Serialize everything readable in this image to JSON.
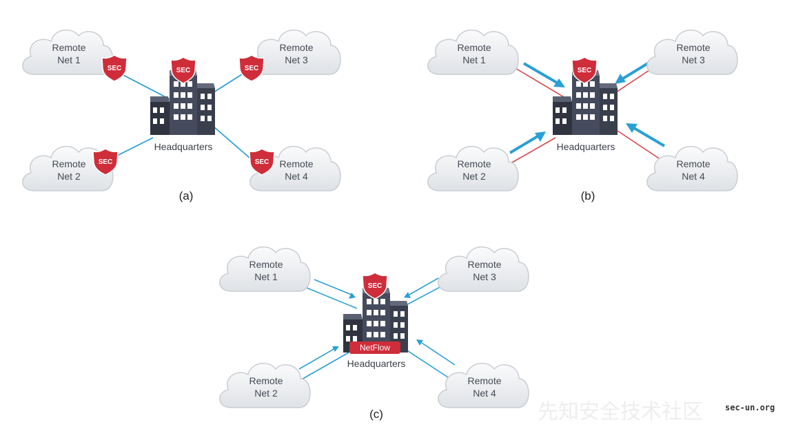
{
  "colors": {
    "link_blue": "#2a9fd6",
    "link_red": "#d9434a",
    "arrow_blue": "#2a9fd6",
    "shield_red": "#cf2d3a",
    "building_dark": "#3c4150",
    "cloud_fill": "#eef0f2"
  },
  "icons": [
    "cloud-icon",
    "shield-icon",
    "building-icon",
    "arrow-icon"
  ],
  "shield_label": "SEC",
  "hq_label": "Headquarters",
  "netflow_label": "NetFlow",
  "cloud_line1": "Remote",
  "nets": [
    "Net 1",
    "Net 2",
    "Net 3",
    "Net 4"
  ],
  "panels": [
    {
      "id": "a",
      "caption": "(a)"
    },
    {
      "id": "b",
      "caption": "(b)"
    },
    {
      "id": "c",
      "caption": "(c)"
    }
  ],
  "watermark": {
    "text": "先知安全技术社区",
    "url": "sec-un.org"
  }
}
